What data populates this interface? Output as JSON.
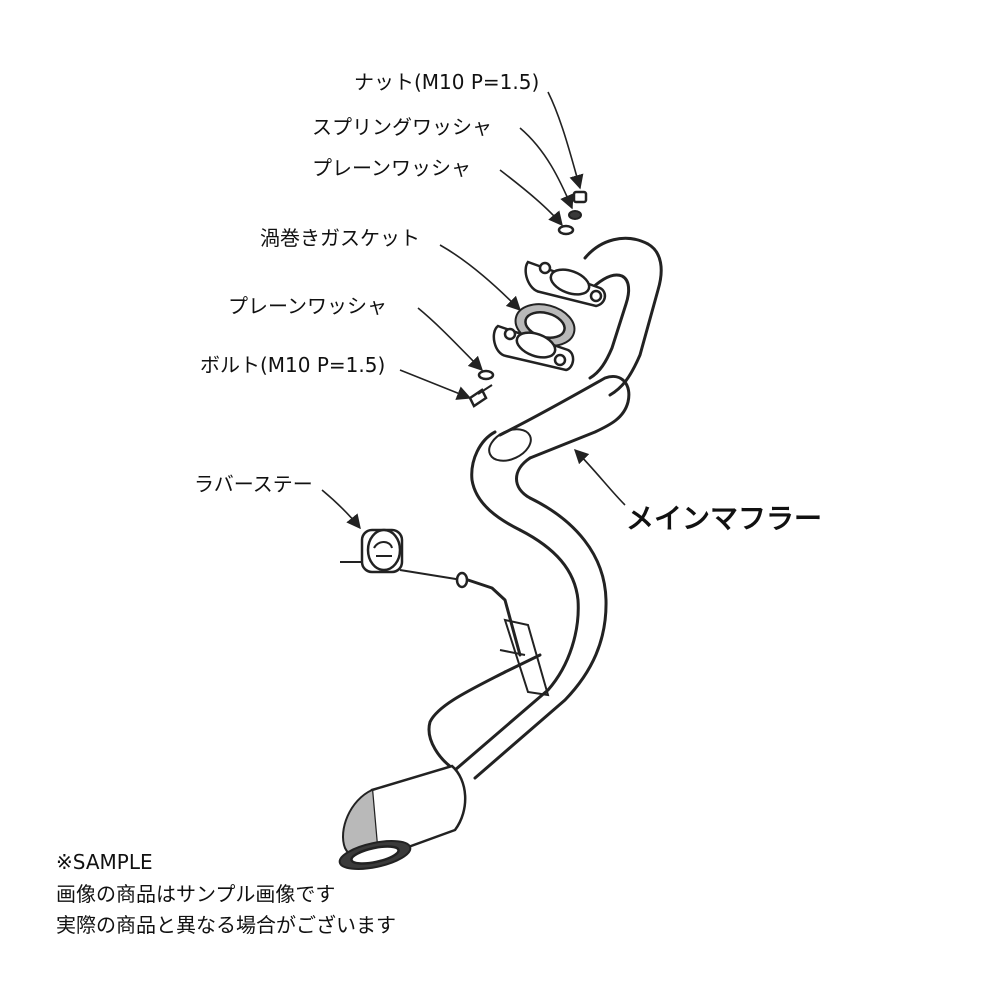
{
  "labels": {
    "nut": "ナット(M10 P=1.5)",
    "spring_washer": "スプリングワッシャ",
    "plain_washer_top": "プレーンワッシャ",
    "spiral_gasket": "渦巻きガスケット",
    "plain_washer_bottom": "プレーンワッシャ",
    "bolt": "ボルト(M10 P=1.5)",
    "rubber_stay": "ラバーステー",
    "main_muffler": "メインマフラー"
  },
  "notes": {
    "sample": "※SAMPLE",
    "line1": "画像の商品はサンプル画像です",
    "line2": "実際の商品と異なる場合がございます"
  }
}
